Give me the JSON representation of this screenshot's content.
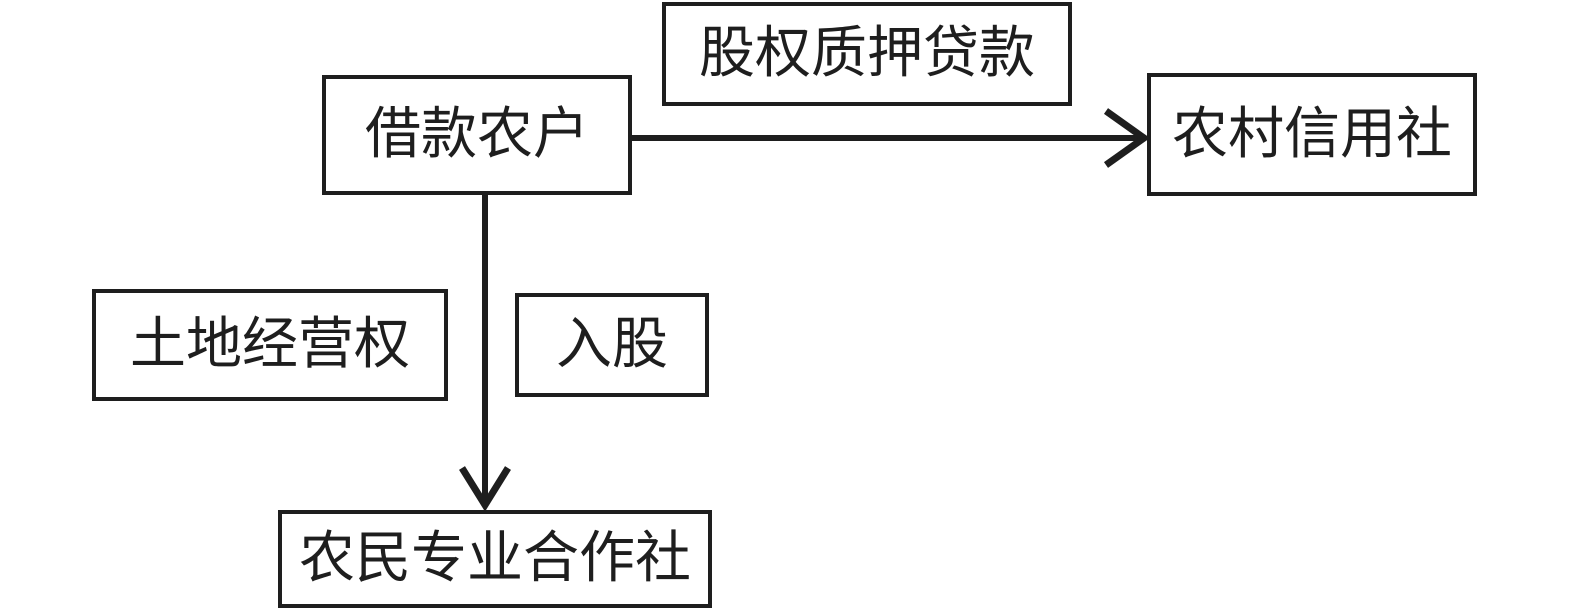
{
  "diagram": {
    "type": "flowchart",
    "colors": {
      "line": "#1e1e1e",
      "background": "#ffffff"
    },
    "nodes": {
      "borrower": {
        "label": "借款农户"
      },
      "rural_credit_cooperative": {
        "label": "农村信用社"
      },
      "farmers_cooperative": {
        "label": "农民专业合作社"
      }
    },
    "edge_labels": {
      "equity_pledge_loan": {
        "label": "股权质押贷款"
      },
      "land_management_right": {
        "label": "土地经营权"
      },
      "join_shares": {
        "label": "入股"
      }
    },
    "edges": [
      {
        "from": "借款农户",
        "to": "农村信用社",
        "direction": "right",
        "labels": [
          "股权质押贷款"
        ]
      },
      {
        "from": "借款农户",
        "to": "农民专业合作社",
        "direction": "down",
        "labels": [
          "土地经营权",
          "入股"
        ]
      }
    ]
  }
}
